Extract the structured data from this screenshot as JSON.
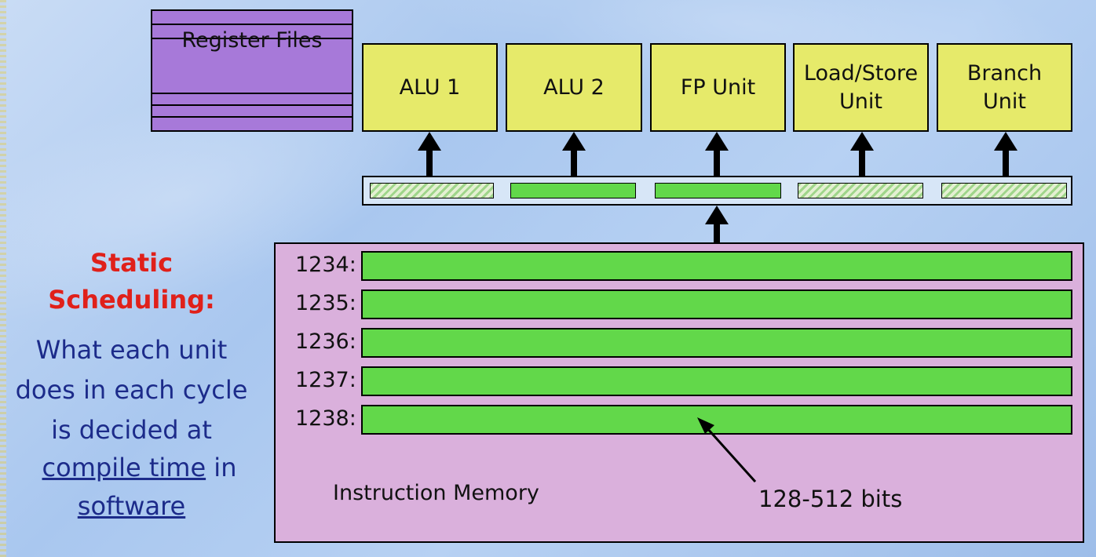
{
  "side_note": {
    "title_line1": "Static",
    "title_line2": "Scheduling:",
    "line1": "What each unit",
    "line2": "does in each cycle",
    "line3": "is decided at",
    "line4_link": "compile time",
    "line4_rest": " in",
    "line5_link": "software"
  },
  "register_files": {
    "label": "Register Files"
  },
  "units": [
    {
      "line1": "ALU 1",
      "line2": ""
    },
    {
      "line1": "ALU 2",
      "line2": ""
    },
    {
      "line1": "FP Unit",
      "line2": ""
    },
    {
      "line1": "Load/Store",
      "line2": "Unit"
    },
    {
      "line1": "Branch",
      "line2": "Unit"
    }
  ],
  "instruction_slots": [
    "empty",
    "used",
    "used",
    "empty",
    "empty"
  ],
  "instruction_memory": {
    "label": "Instruction Memory",
    "rows": [
      "1234:",
      "1235:",
      "1236:",
      "1237:",
      "1238:"
    ],
    "width_annotation": "128-512 bits"
  },
  "colors": {
    "unit_fill": "#e6ea6a",
    "register_fill": "#a779d9",
    "memory_fill": "#dab0dc",
    "instruction_fill": "#62d84a",
    "title_red": "#e0201a",
    "text_blue": "#1c2b8a"
  }
}
